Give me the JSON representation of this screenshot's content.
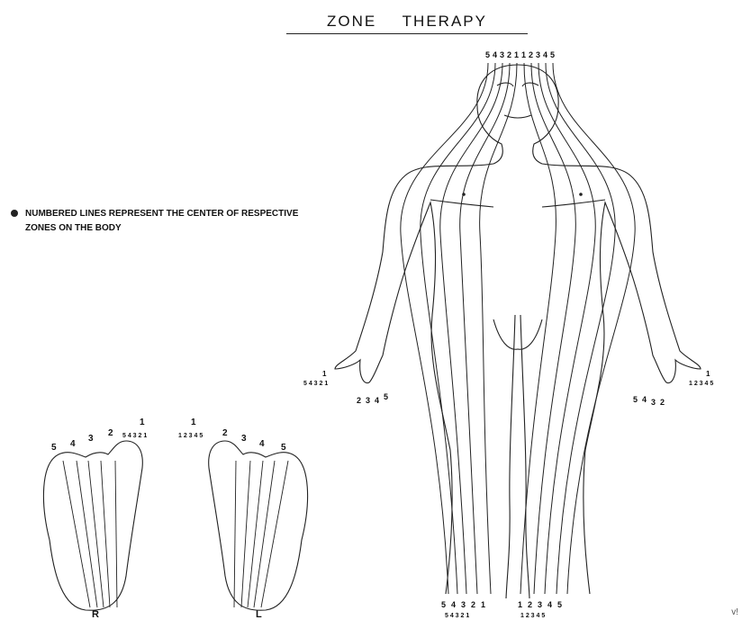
{
  "title": "ZONE THERAPY",
  "legend": {
    "text": "NUMBERED LINES REPRESENT THE CENTER OF RESPECTIVE ZONES ON THE BODY"
  },
  "zone_labels": {
    "head_top": [
      "5",
      "4",
      "3",
      "2",
      "1",
      "1",
      "2",
      "3",
      "4",
      "5"
    ],
    "right_hand_upper": [
      "1",
      "5 4 3 2 1"
    ],
    "right_hand_lower": [
      "2",
      "3",
      "4",
      "5"
    ],
    "left_hand_upper": [
      "1",
      "1 2 3 4 5"
    ],
    "left_hand_lower": [
      "5",
      "4",
      "3",
      "2"
    ],
    "feet_bottom_right_big": [
      "5",
      "4",
      "3",
      "2",
      "1"
    ],
    "feet_bottom_right_small": "5 4 3 2 1",
    "feet_bottom_left_big": [
      "1",
      "2",
      "3",
      "4",
      "5"
    ],
    "feet_bottom_left_small": "1 2 3 4 5"
  },
  "foot_right": {
    "label": "R",
    "toe_numbers": [
      "5",
      "4",
      "3",
      "2",
      "1"
    ],
    "big_toe_small": "5 4 3 2 1"
  },
  "foot_left": {
    "label": "L",
    "toe_numbers": [
      "1",
      "2",
      "3",
      "4",
      "5"
    ],
    "big_toe_small": "1 2 3 4 5"
  },
  "corner_mark": "v!"
}
